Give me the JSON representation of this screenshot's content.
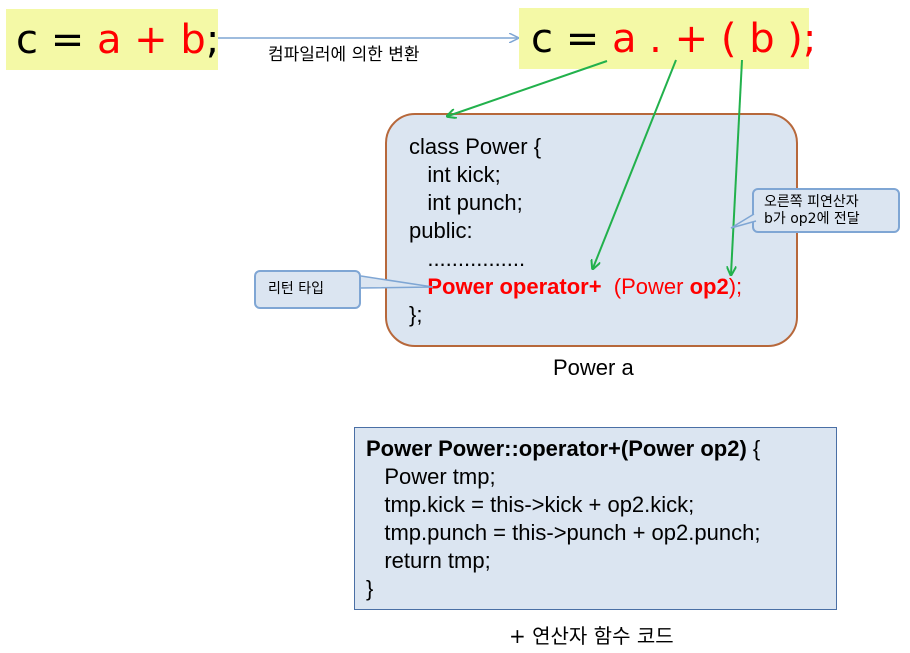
{
  "original_expression": {
    "c": "c",
    "eq": " = ",
    "a": "a",
    "plus": " + ",
    "b": "b",
    "end": ";"
  },
  "converted_expression": {
    "c": "c",
    "eq": " = ",
    "a": "a",
    "dot": " . ",
    "plus": "+",
    "open": " ( ",
    "b": "b",
    "close": " );"
  },
  "conversion_label": "컴파일러에 의한 변환",
  "class_code": {
    "line1": "class Power {",
    "line2": "   int kick;",
    "line3": "   int punch;",
    "line4": "public:",
    "line5": "   ................",
    "line6_indent": "   ",
    "line6_return": "Power operator+",
    "line6_open": "  (Power ",
    "line6_param": "op2",
    "line6_close": ");",
    "line7": "};"
  },
  "class_caption": "Power a",
  "callout_return_type": "리턴 타입",
  "callout_operand": {
    "line1": "오른쪽 피연산자",
    "line2": "b가 op2에 전달"
  },
  "function_code": {
    "signature": "Power Power::operator+(Power op2)",
    "brace": " {",
    "line2": "   Power tmp;",
    "line3": "   tmp.kick = this->kick + op2.kick;",
    "line4": "   tmp.punch = this->punch + op2.punch;",
    "line5": "   return tmp;",
    "line6": "}"
  },
  "function_caption": "+ 연산자 함수 코드",
  "colors": {
    "highlight": "#f4f9a6",
    "code_box": "#dbe5f1",
    "class_border": "#b7683b",
    "emphasis_red": "#ff0000",
    "arrow_green": "#22b14c",
    "arrow_blue": "#7fa6d4"
  }
}
